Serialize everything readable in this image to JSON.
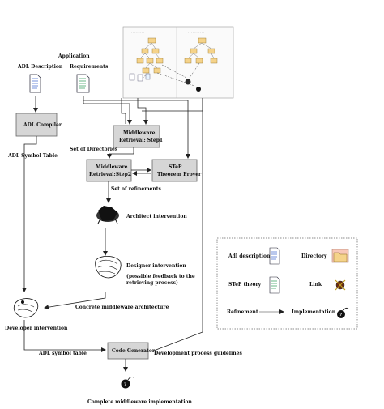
{
  "labels": {
    "application": "Application",
    "adl_description": "ADL Description",
    "requirements": "Requirements",
    "adl_compiler": "ADL Compiler",
    "adl_symbol_table": "ADL Symbol Table",
    "mw_step1_l1": "Middleware",
    "mw_step1_l2": "Retrieval: Step1",
    "set_of_directories": "Set of Directories",
    "mw_step2_l1": "Middleware",
    "mw_step2_l2": "Retrieval:Step2",
    "step_l1": "STeP",
    "step_l2": "Theorem Prover",
    "set_of_refinements": "Set of refinements",
    "architect_intervention": "Architect intervention",
    "designer_intervention": "Designer intervention",
    "feedback_l1": "(possible feedback to the",
    "feedback_l2": "retrieving process)",
    "concrete_middleware": "Concrete middleware architecture",
    "developer_intervention": "Developer intervention",
    "adl_symbol_table_2": "ADL symbol table",
    "code_generator": "Code Generator",
    "guidelines": "Development process guidelines",
    "complete_impl": "Complete  middleware implementation"
  },
  "legend": {
    "adl_description": "Adl description",
    "directory": "Directory",
    "step_theory": "STeP  theory",
    "link": "Link",
    "refinement": "Refinement",
    "implementation": "Implementation"
  }
}
